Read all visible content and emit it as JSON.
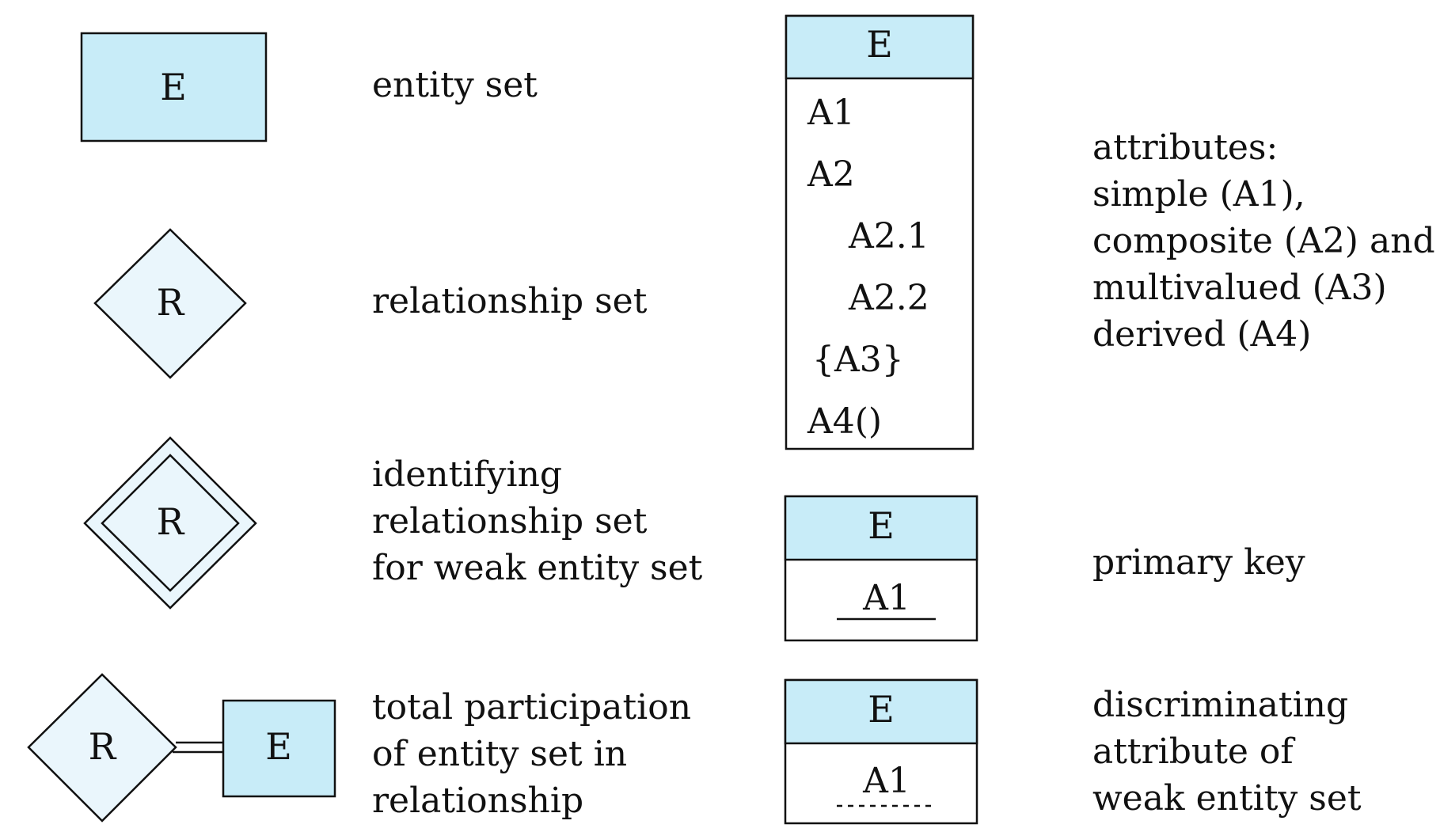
{
  "colors": {
    "entity_fill": "#c8ecf8",
    "relationship_fill": "#eaf6fc",
    "stroke": "#111111",
    "text": "#111111"
  },
  "symbols": {
    "entity": "E",
    "relationship": "R"
  },
  "legend": {
    "entity_set": {
      "lines": [
        "entity set"
      ]
    },
    "relationship_set": {
      "lines": [
        "relationship set"
      ]
    },
    "identifying_relationship": {
      "lines": [
        "identifying",
        "relationship set",
        "for weak entity set"
      ]
    },
    "total_participation": {
      "lines": [
        "total participation",
        "of entity set in",
        "relationship"
      ]
    },
    "attributes": {
      "attrs": [
        "A1",
        "A2",
        "A2.1",
        "A2.2",
        "{A3}",
        "A4()"
      ],
      "lines": [
        "attributes:",
        "simple (A1),",
        "composite (A2) and",
        "multivalued (A3)",
        "derived (A4)"
      ]
    },
    "primary_key": {
      "attr": "A1",
      "lines": [
        "primary key"
      ]
    },
    "discriminator": {
      "attr": "A1",
      "lines": [
        "discriminating",
        "attribute of",
        "weak entity set"
      ]
    }
  }
}
